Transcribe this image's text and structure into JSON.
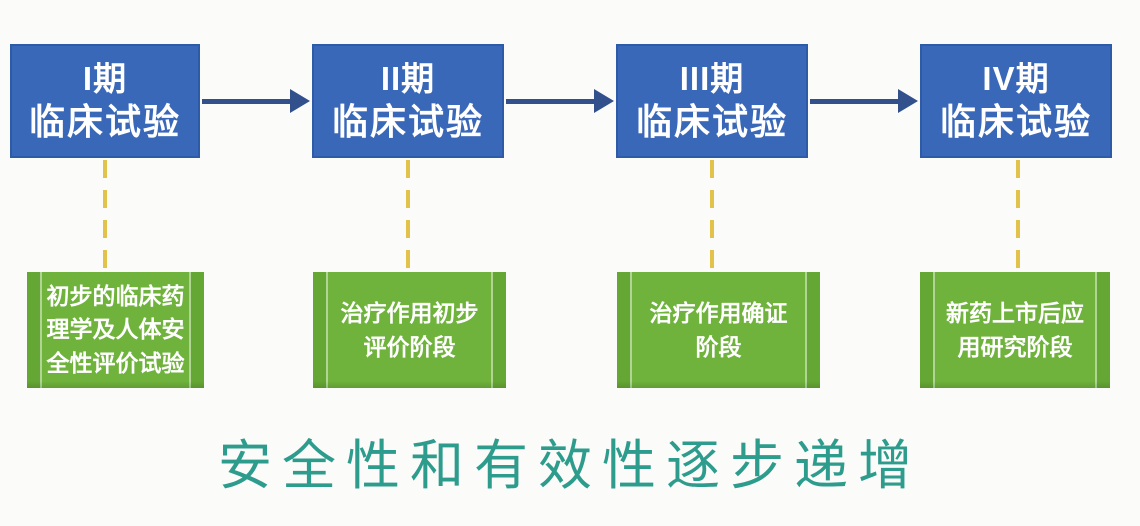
{
  "diagram": {
    "type": "flowchart",
    "topic": "drug clinical trial phases",
    "colors": {
      "background": "#fbfbf9",
      "phase_box_blue": "#3a68b8",
      "phase_box_border": "#2e5ba8",
      "arrow_navy": "#32508c",
      "connector_gold": "#e3c24b",
      "description_green": "#6fb23c",
      "description_green_edge": "#65a735",
      "caption_teal": "#2d9c8d",
      "box_text": "#ffffff"
    },
    "phases": [
      {
        "phase_label": "I期",
        "phase_name": "临床试验",
        "description": "初步的临床药理学及人体安全性评价试验"
      },
      {
        "phase_label": "II期",
        "phase_name": "临床试验",
        "description": "治疗作用初步评价阶段"
      },
      {
        "phase_label": "III期",
        "phase_name": "临床试验",
        "description": "治疗作用确证阶段"
      },
      {
        "phase_label": "IV期",
        "phase_name": "临床试验",
        "description": "新药上市后应用研究阶段"
      }
    ],
    "caption": "安全性和有效性逐步递增"
  }
}
